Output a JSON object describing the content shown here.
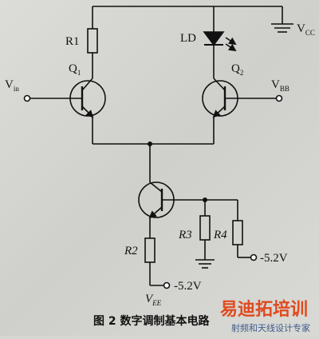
{
  "caption": "图 2 数字调制基本电路",
  "labels": {
    "r1": "R1",
    "r2": "R2",
    "r3": "R3",
    "r4": "R4",
    "ld": "LD",
    "q1": "Q",
    "q1_sub": "1",
    "q2": "Q",
    "q2_sub": "2",
    "vin": "V",
    "vin_sub": "in",
    "vbb": "V",
    "vbb_sub": "BB",
    "vcc": "V",
    "vcc_sub": "CC",
    "vee": "V",
    "vee_sub": "EE",
    "neg1": "-5.2V",
    "neg2": "-5.2V"
  },
  "watermark": {
    "brand": "易迪拓培训",
    "tagline": "射频和天线设计专家"
  },
  "colors": {
    "wire": "#111111",
    "watermark_brand": "#e04a1e",
    "watermark_tagline": "#3d5c8c"
  }
}
